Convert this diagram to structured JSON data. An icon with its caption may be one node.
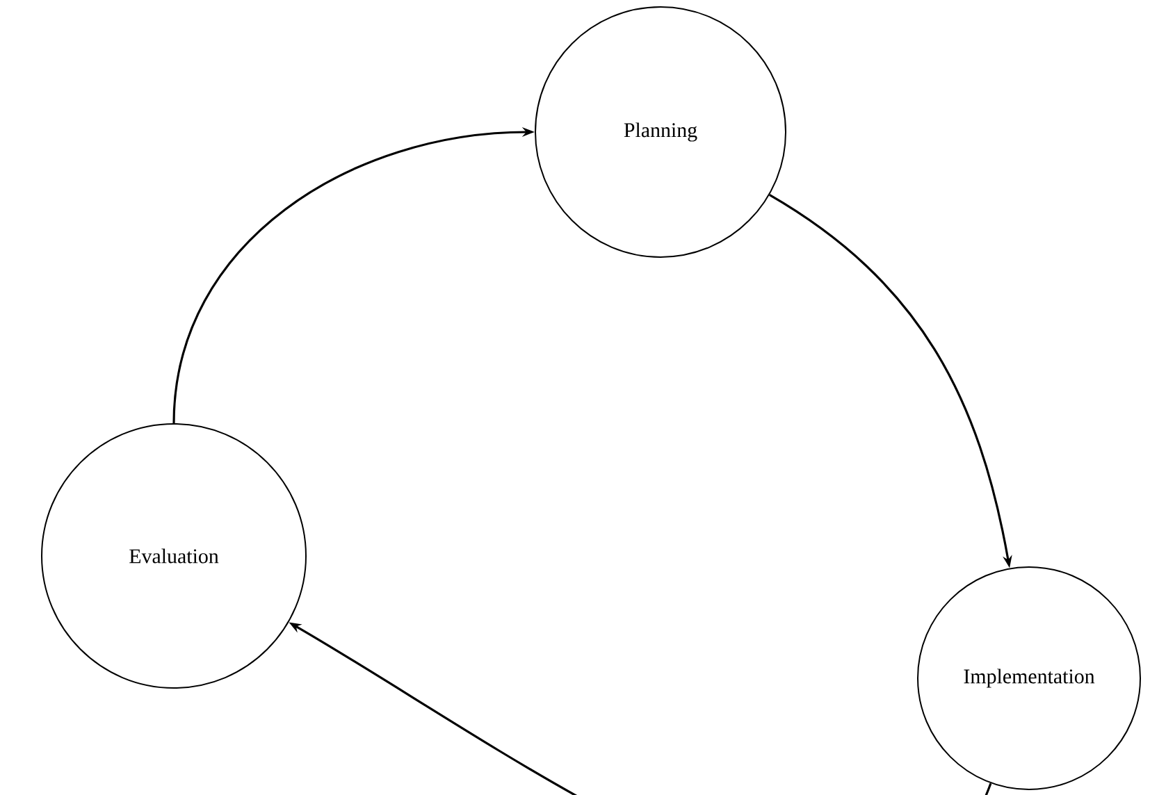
{
  "diagram": {
    "nodes": [
      {
        "text": [
          "Planning"
        ]
      },
      {
        "text": [
          "Implementation"
        ]
      },
      {
        "text": [
          "Evaluation"
        ]
      }
    ],
    "edges": [
      {
        "from": 0,
        "to": 1,
        "arrow": "to"
      },
      {
        "from": 1,
        "to": 2,
        "arrow": "to"
      },
      {
        "from": 2,
        "to": 0,
        "arrow": "to"
      }
    ]
  }
}
